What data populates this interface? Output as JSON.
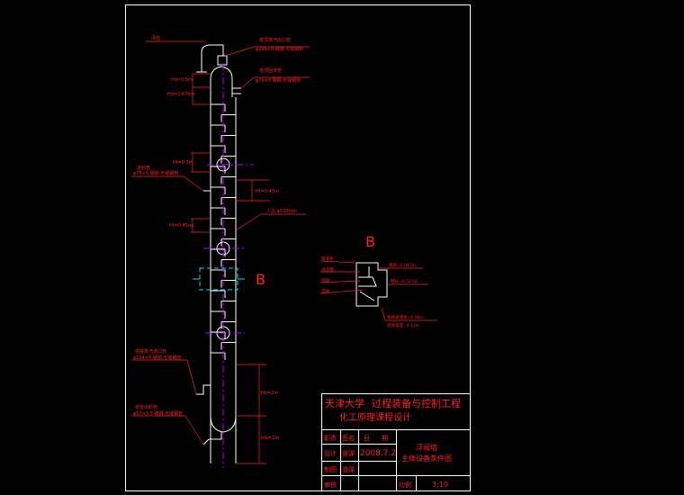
{
  "colors": {
    "background": "#000000",
    "outline": "#ffffff",
    "annotation": "#ff2020",
    "center_line": "#b000ff",
    "detail_box": "#00e0e0",
    "title_text": "#ff2020"
  },
  "callouts": {
    "top_left": "吊柱",
    "top_right_1a": "塔顶蒸汽出口管",
    "top_right_1b": "φ299×8 碳钢 无缝钢管",
    "top_right_2a": "塔顶回流管",
    "top_right_2b": "φ76×5 碳钢 无缝钢管",
    "feed_a": "进料管",
    "feed_b": "φ76×5 碳钢 无缝钢管",
    "manhole": "人孔 φ500mm",
    "bottom_1a": "塔底蒸汽进口管",
    "bottom_1b": "φ194×6 碳钢 无缝钢管",
    "bottom_2a": "塔釜出料管",
    "bottom_2b": "φ57×3.5 碳钢 无缝钢管"
  },
  "dimensions": {
    "hd_a": "Hd=0.5m",
    "hd_b": "Hd=0.675m",
    "hf": "Hf=0.7m",
    "ht_right": "Ht=0.45m",
    "ht_left": "Ht=0.45m",
    "hb": "Hb=2m",
    "hw": "Hw=2m"
  },
  "detail": {
    "label_main": "B",
    "label_side": "B",
    "left_1": "降液管",
    "left_2": "溢流堰",
    "left_3": "塔板",
    "left_4": "浮阀",
    "right_1": "堰高=0.047m",
    "right_2": "堰长=0.521m",
    "right_3": "液体通道宽=0.16m",
    "right_4": "底隙高度=0.13m"
  },
  "title_block": {
    "school": "天津大学",
    "dept": "过程装备与控制工程",
    "course": "化工原理课程设计",
    "r1_c1": "职责",
    "r1_c2": "签名",
    "r1_c3": "日",
    "r1_c4": "期",
    "r2_c1": "设计",
    "r2_c2": "道弹",
    "r2_c3": "2008.7.2",
    "drawing_name_1": "浮阀塔",
    "drawing_name_2": "主体设备条件图",
    "r3_c1": "制图",
    "r3_c2": "道弹",
    "r4_c1": "审核",
    "scale_label": "比例",
    "scale_value": "3:10"
  }
}
